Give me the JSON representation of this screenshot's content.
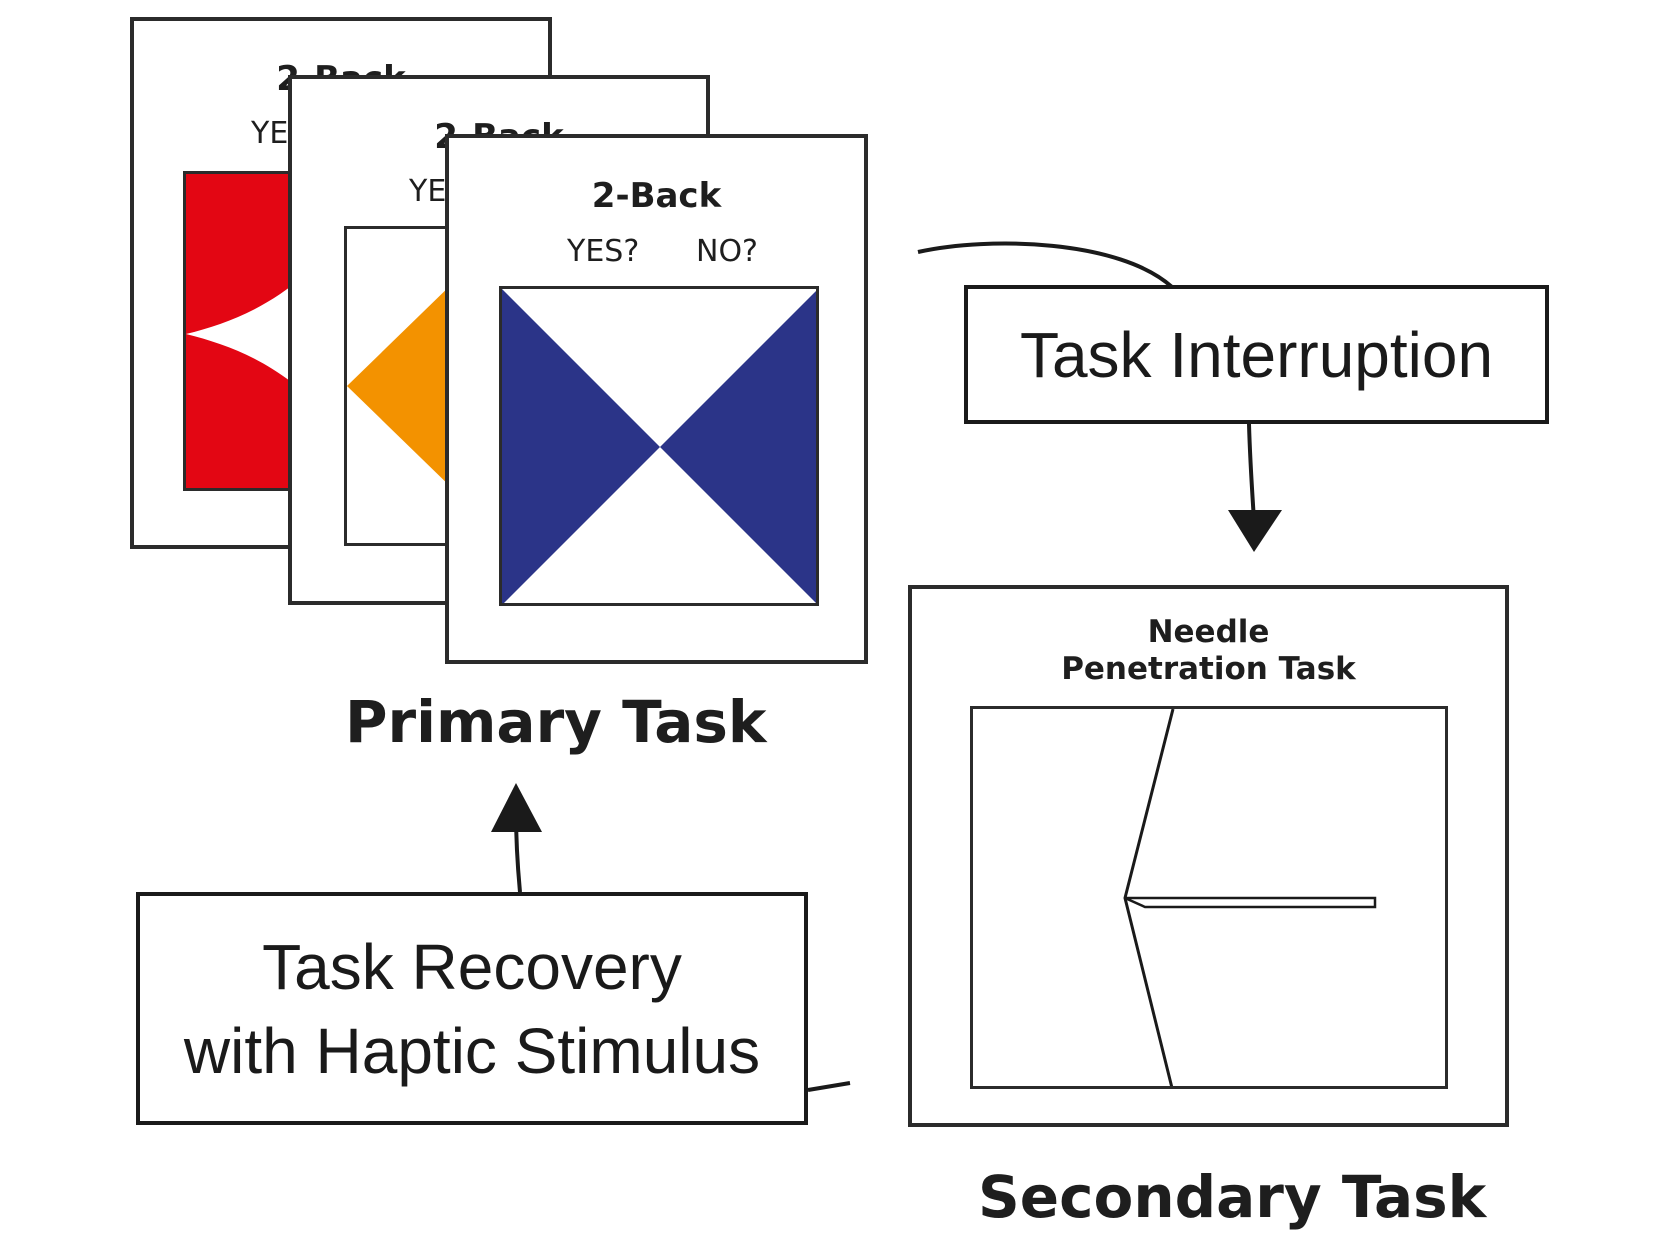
{
  "primary": {
    "card_title": "2-Back",
    "yes_label": "YES?",
    "no_label": "NO?",
    "back_card_yes_fragment": "YE",
    "caption": "Primary Task",
    "stimulus_colors": {
      "red": "#e30613",
      "orange": "#f39200",
      "blue": "#2b3488"
    }
  },
  "interruption": {
    "label": "Task Interruption"
  },
  "secondary": {
    "title_line1": "Needle",
    "title_line2": "Penetration Task",
    "caption": "Secondary Task"
  },
  "recovery": {
    "line1": "Task Recovery",
    "line2": "with Haptic Stimulus"
  }
}
